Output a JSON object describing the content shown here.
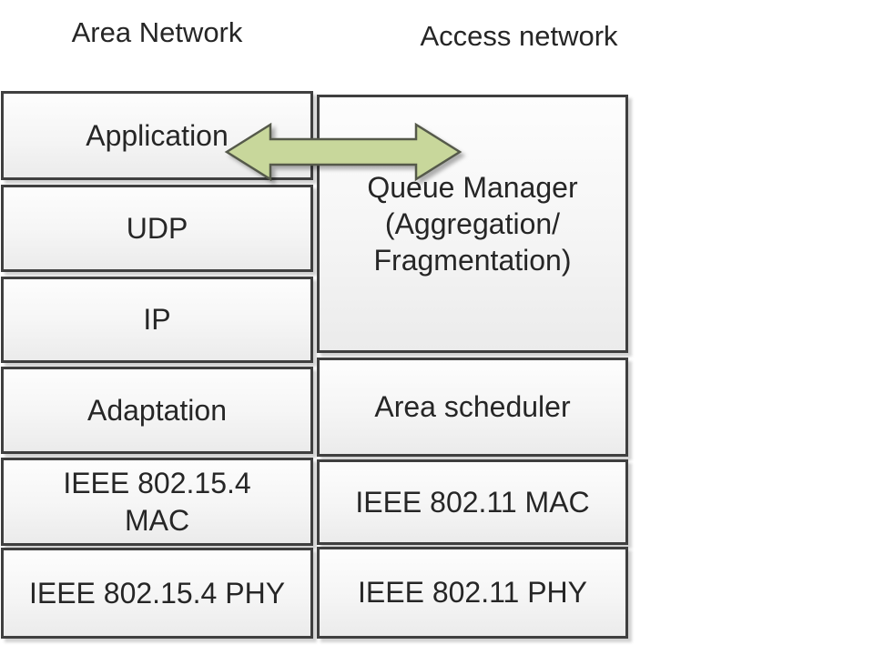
{
  "diagram": {
    "headers": {
      "left": "Area Network",
      "right": "Access network"
    },
    "left_stack": {
      "layers": [
        "Application",
        "UDP",
        "IP",
        "Adaptation",
        "IEEE 802.15.4\nMAC",
        "IEEE 802.15.4 PHY"
      ]
    },
    "right_stack": {
      "layers": [
        "Queue Manager\n(Aggregation/\nFragmentation)",
        "Area scheduler",
        "IEEE 802.11 MAC",
        "IEEE 802.11 PHY"
      ]
    },
    "arrow": {
      "meaning": "bidirectional link between Application and Queue Manager",
      "fill": "#c8d79b",
      "stroke": "#55594a"
    },
    "colors": {
      "border": "#3f3f3f",
      "text": "#262626",
      "cell_fill_top": "#fdfdfd",
      "cell_fill_bottom": "#ebebeb",
      "background": "#ffffff"
    }
  }
}
